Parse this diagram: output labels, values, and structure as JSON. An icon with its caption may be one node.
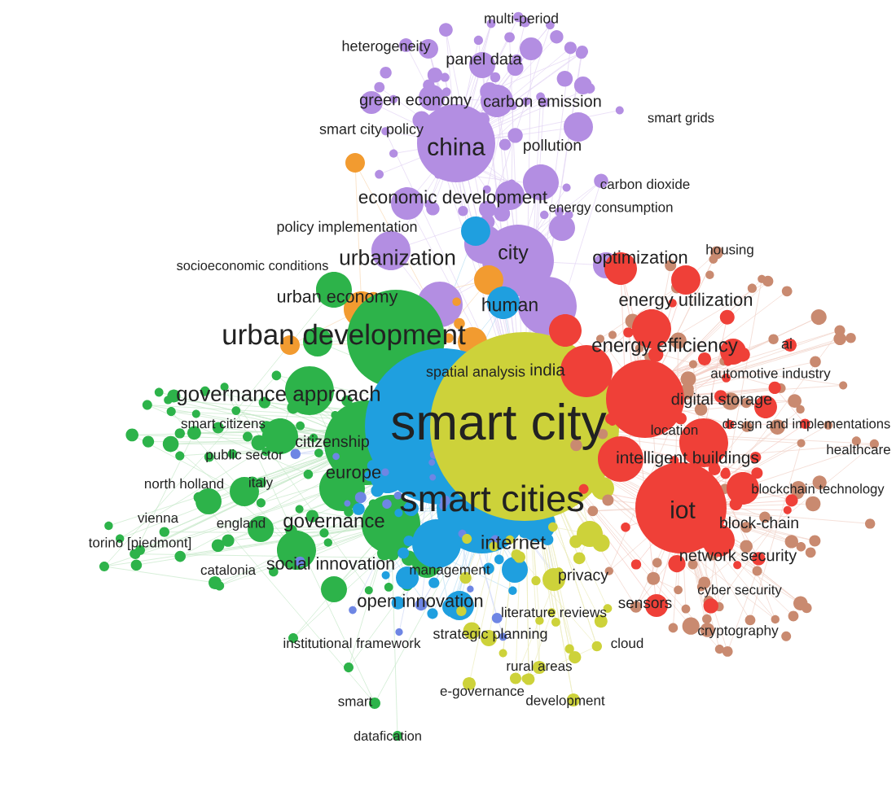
{
  "diagram": {
    "labels": [
      "multi-period",
      "heterogeneity",
      "panel data",
      "carbon emission",
      "green economy",
      "smart grids",
      "smart city policy",
      "china",
      "pollution",
      "carbon dioxide",
      "economic development",
      "energy consumption",
      "policy implementation",
      "housing",
      "city",
      "urbanization",
      "optimization",
      "socioeconomic conditions",
      "urban economy",
      "energy utilization",
      "human",
      "urban development",
      "ai",
      "energy efficiency",
      "india",
      "spatial analysis",
      "automotive industry",
      "governance approach",
      "digital storage",
      "smart citizens",
      "design and implementations",
      "smart city",
      "location",
      "citizenship",
      "healthcare",
      "public sector",
      "intelligent buildings",
      "europe",
      "north holland",
      "italy",
      "blockchain technology",
      "smart cities",
      "iot",
      "vienna",
      "block-chain",
      "england",
      "governance",
      "internet",
      "torino [piedmont]",
      "network security",
      "social innovation",
      "catalonia",
      "management",
      "privacy",
      "cyber security",
      "open innovation",
      "sensors",
      "literature reviews",
      "cryptography",
      "strategic planning",
      "institutional framework",
      "cloud",
      "rural areas",
      "e-governance",
      "smart",
      "development",
      "datafication"
    ]
  }
}
